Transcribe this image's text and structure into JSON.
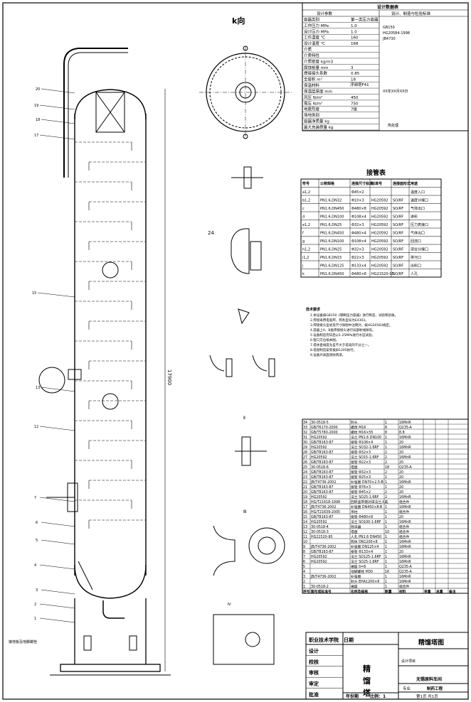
{
  "views": {
    "k_view_title": "k向",
    "nozzle_table_title": "接管表",
    "vessel_height_dim": "17900"
  },
  "design_data": {
    "title": "设计数据表",
    "header_left": "设计参数",
    "header_right": "设计、制造与检验标准",
    "rows": [
      {
        "label": "容器类别",
        "value": "第一类压力容器"
      },
      {
        "label": "工作压力 MPa",
        "value": "1.0"
      },
      {
        "label": "设计压力 MPa",
        "value": "1.0"
      },
      {
        "label": "工作温度 ℃",
        "value": "160"
      },
      {
        "label": "设计温度 ℃",
        "value": "168"
      },
      {
        "label": "介质",
        "value": ""
      },
      {
        "label": "介质特性",
        "value": ""
      },
      {
        "label": "介质密度 kg/m3",
        "value": ""
      },
      {
        "label": "腐蚀裕量 mm",
        "value": "3"
      },
      {
        "label": "焊接接头系数",
        "value": "0.85"
      },
      {
        "label": "全容积 m³",
        "value": "18"
      },
      {
        "label": "保温材料",
        "value": ""
      },
      {
        "label": "保温层厚度 mm",
        "value": ""
      },
      {
        "label": "风压 N/m²",
        "value": "450"
      },
      {
        "label": "雪压 N/m²",
        "value": "750"
      },
      {
        "label": "地震烈度",
        "value": "7级"
      },
      {
        "label": "场地类别",
        "value": ""
      },
      {
        "label": "容器净质量 kg",
        "value": ""
      },
      {
        "label": "最大充装质量 kg",
        "value": ""
      }
    ],
    "right_notes": [
      "GB150",
      "HG20584-1998",
      "JB4730",
      "XX年XX月XX日",
      "浮阀塔F41"
    ],
    "heat_treatment": "热处理"
  },
  "nozzle_table": {
    "headers": [
      "符号",
      "公称规格",
      "连接尺寸标准",
      "标准号",
      "连接面形式",
      "用途"
    ],
    "rows": [
      [
        "a1,2",
        "",
        "Φ45×2",
        "",
        "",
        "温度入口"
      ],
      [
        "b1,2",
        "PN1.6,DN32",
        "Φ10×3",
        "HG20592",
        "SO/RF",
        "温度计接口"
      ],
      [
        "c",
        "PN1.6,DN450",
        "Φ480×8",
        "HG20592",
        "SO/RF",
        "气体出口"
      ],
      [
        "d",
        "PN1.6,DN100",
        "Φ108×4",
        "HG20592",
        "SO/RF",
        "进料"
      ],
      [
        "e1,2",
        "PN1.6,DN25",
        "Φ32×3",
        "HG20592",
        "SO/RF",
        "压力表接口"
      ],
      [
        "f",
        "PN1.6,DN450",
        "Φ480×4",
        "HG20592",
        "SO/RF",
        "气体出口"
      ],
      [
        "g",
        "PN1.6,DN100",
        "Φ108×4",
        "HG20592",
        "SO/RF",
        "回流口"
      ],
      [
        "h1,2",
        "PN1.6,DN25",
        "Φ32×3",
        "HG20592",
        "SO/RF",
        "液位计接口"
      ],
      [
        "i1,2",
        "PN1.6,DN15",
        "Φ22×3",
        "HG20592",
        "SO/RF",
        "排污口"
      ],
      [
        "j",
        "PN1.6,DN125",
        "Φ133×4",
        "HG20592",
        "SO/RF",
        "出料口"
      ],
      [
        "k",
        "PN1.6,DN450",
        "Φ480×8",
        "HG21520-95",
        "SO/RF",
        "人孔"
      ]
    ]
  },
  "tech_requirements": {
    "title": "技术要求",
    "items": [
      "1.本设备按GB150《钢制压力容器》进行制造、试验和验收。",
      "2.焊接采用电弧焊，焊条型号为E4303。",
      "3.焊接接头型式及尺寸除图中注明外，按HG20583规定。",
      "4.容器上A、B类焊接接头进行局部射线探伤。",
      "5.设备制造完毕后以1.25MPa进行水压试验。",
      "6.管口方位按本图。",
      "7.塔体直线度允差不大于塔高的千分之一。",
      "8.塔盘制造安装按JB1205执行。",
      "9.设备外表面涂防锈漆。"
    ]
  },
  "parts_list": {
    "header": [
      "序号",
      "图号或标准号",
      "名称及规格",
      "数量",
      "材料",
      "单重",
      "总重",
      "备注"
    ],
    "rows": [
      [
        "34",
        "30-0518-5",
        "封头",
        "1",
        "16MnR",
        "",
        "",
        ""
      ],
      [
        "33",
        "GB/T6170-2000",
        "螺母 M16",
        "8",
        "Q235-A",
        "",
        "",
        ""
      ],
      [
        "32",
        "GB/T5780-2000",
        "螺栓 M16×55",
        "8",
        "8.8",
        "",
        "",
        ""
      ],
      [
        "31",
        "HG20592",
        "法兰 PN1.6 DN100",
        "1",
        "16MnR",
        "",
        "",
        ""
      ],
      [
        "30",
        "GB/T8163-87",
        "接管 Φ108×4",
        "1",
        "20",
        "",
        "",
        ""
      ],
      [
        "29",
        "HG20592",
        "法兰 SO32-1.6RF",
        "1",
        "16MnR",
        "",
        "",
        ""
      ],
      [
        "28",
        "GB/T8163-87",
        "接管 Φ32×3",
        "2",
        "20",
        "",
        "",
        ""
      ],
      [
        "27",
        "HG20592",
        "法兰 SO15-1.6RF",
        "2",
        "16MnR",
        "",
        "",
        ""
      ],
      [
        "26",
        "GB/T8163-87",
        "接管 Φ22×3",
        "2",
        "20",
        "",
        "",
        ""
      ],
      [
        "25",
        "30-0518-6",
        "塔盘",
        "18",
        "Q235-A",
        "",
        "",
        ""
      ],
      [
        "24",
        "GB/T8163-87",
        "接管 Φ32×3",
        "2",
        "20",
        "",
        "",
        ""
      ],
      [
        "23",
        "GB/T8163-87",
        "接管 Φ25×3",
        "1",
        "20",
        "",
        "",
        ""
      ],
      [
        "22",
        "JB/T4736-2002",
        "补强圈 DN70×2.5-B",
        "1",
        "16MnR",
        "",
        "",
        ""
      ],
      [
        "21",
        "GB/T8163-87",
        "接管 Φ76×3",
        "1",
        "20",
        "",
        "",
        ""
      ],
      [
        "20",
        "GB/T8163-87",
        "接管 Φ45×2",
        "2",
        "20",
        "",
        "",
        ""
      ],
      [
        "19",
        "HG20592",
        "法兰 SO25-1.6RF",
        "2",
        "16MnR",
        "",
        "",
        ""
      ],
      [
        "18",
        "HG/T21618-1998",
        "回转盖带颈对焊法兰人孔",
        "1",
        "组合件",
        "",
        "",
        ""
      ],
      [
        "17",
        "JB/T4736-2002",
        "补强圈 DN450×8-B",
        "1",
        "16MnR",
        "",
        "",
        ""
      ],
      [
        "16",
        "HG/T21639-2005",
        "吊柱",
        "1",
        "组合件",
        "",
        "",
        ""
      ],
      [
        "15",
        "GB/T8163-87",
        "接管 Φ480×8",
        "1",
        "20",
        "",
        "",
        ""
      ],
      [
        "14",
        "HG20592",
        "法兰 SO100-1.6RF",
        "1",
        "16MnR",
        "",
        "",
        ""
      ],
      [
        "13",
        "30-0518-4",
        "除沫器",
        "1",
        "组合件",
        "",
        "",
        ""
      ],
      [
        "12",
        "30-0518-3",
        "塔盘",
        "10",
        "组合件",
        "",
        "",
        ""
      ],
      [
        "11",
        "HG21520-95",
        "人孔 PN1.6 DN450",
        "1",
        "组合件",
        "",
        "",
        ""
      ],
      [
        "10",
        "",
        "筒体 DN1200×8",
        "1",
        "16MnR",
        "",
        "",
        ""
      ],
      [
        "9",
        "JB/T4736-2002",
        "补强圈 DN125×4",
        "1",
        "16MnR",
        "",
        "",
        ""
      ],
      [
        "8",
        "GB/T8163-87",
        "接管 Φ133×4",
        "1",
        "20",
        "",
        "",
        ""
      ],
      [
        "7",
        "HG20592",
        "法兰 SO125-1.6RF",
        "1",
        "16MnR",
        "",
        "",
        ""
      ],
      [
        "6",
        "HG20592",
        "法兰 SO25-1.6RF",
        "1",
        "16MnR",
        "",
        "",
        ""
      ],
      [
        "5",
        "",
        "裙座 δ=8",
        "1",
        "Q235-A",
        "",
        "",
        ""
      ],
      [
        "4",
        "",
        "地脚螺栓 M30",
        "16",
        "Q235-A",
        "",
        "",
        ""
      ],
      [
        "3",
        "JB/T4736-2002",
        "补强圈",
        "1",
        "16MnR",
        "",
        "",
        ""
      ],
      [
        "2",
        "",
        "封头 EHA1200×8",
        "1",
        "16MnR",
        "",
        "",
        ""
      ],
      [
        "1",
        "30-0518-2",
        "裙座",
        "1",
        "组合件",
        "",
        "",
        ""
      ]
    ]
  },
  "title_block": {
    "drawing_title": "精馏塔图",
    "school": "职业技术学院",
    "date_label": "日期",
    "roles": [
      "设计",
      "校核",
      "审核",
      "审定",
      "批准"
    ],
    "equipment_chars": [
      "精",
      "馏",
      "塔"
    ],
    "year_label": "年份期",
    "scale_label": "比例：1",
    "project_label": "设计项目",
    "project_value": "无锡原料车间",
    "major_label": "专业",
    "major_value": "制药工程",
    "sheet_label": "第1页 共1页"
  },
  "bottom_flange_label": "接地板及地脚螺栓",
  "detail_labels": [
    "Ⅱ",
    "Ⅲ",
    "Ⅳ"
  ]
}
